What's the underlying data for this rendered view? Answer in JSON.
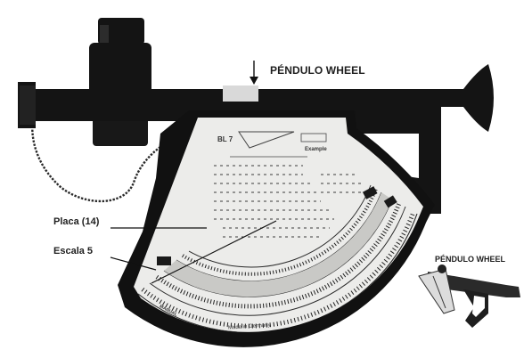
{
  "labels": {
    "pendulo_wheel_main": "PÉNDULO WHEEL",
    "placa": "Placa (14)",
    "escala": "Escala 5",
    "pendulo_wheel_inset": "PÉNDULO WHEEL"
  },
  "dial": {
    "model": "BL 7",
    "example": "Example",
    "footer": "Made in Germany",
    "manual": "MANUAL"
  },
  "colors": {
    "body": "#111111",
    "face": "#ececea",
    "ink": "#333333"
  }
}
